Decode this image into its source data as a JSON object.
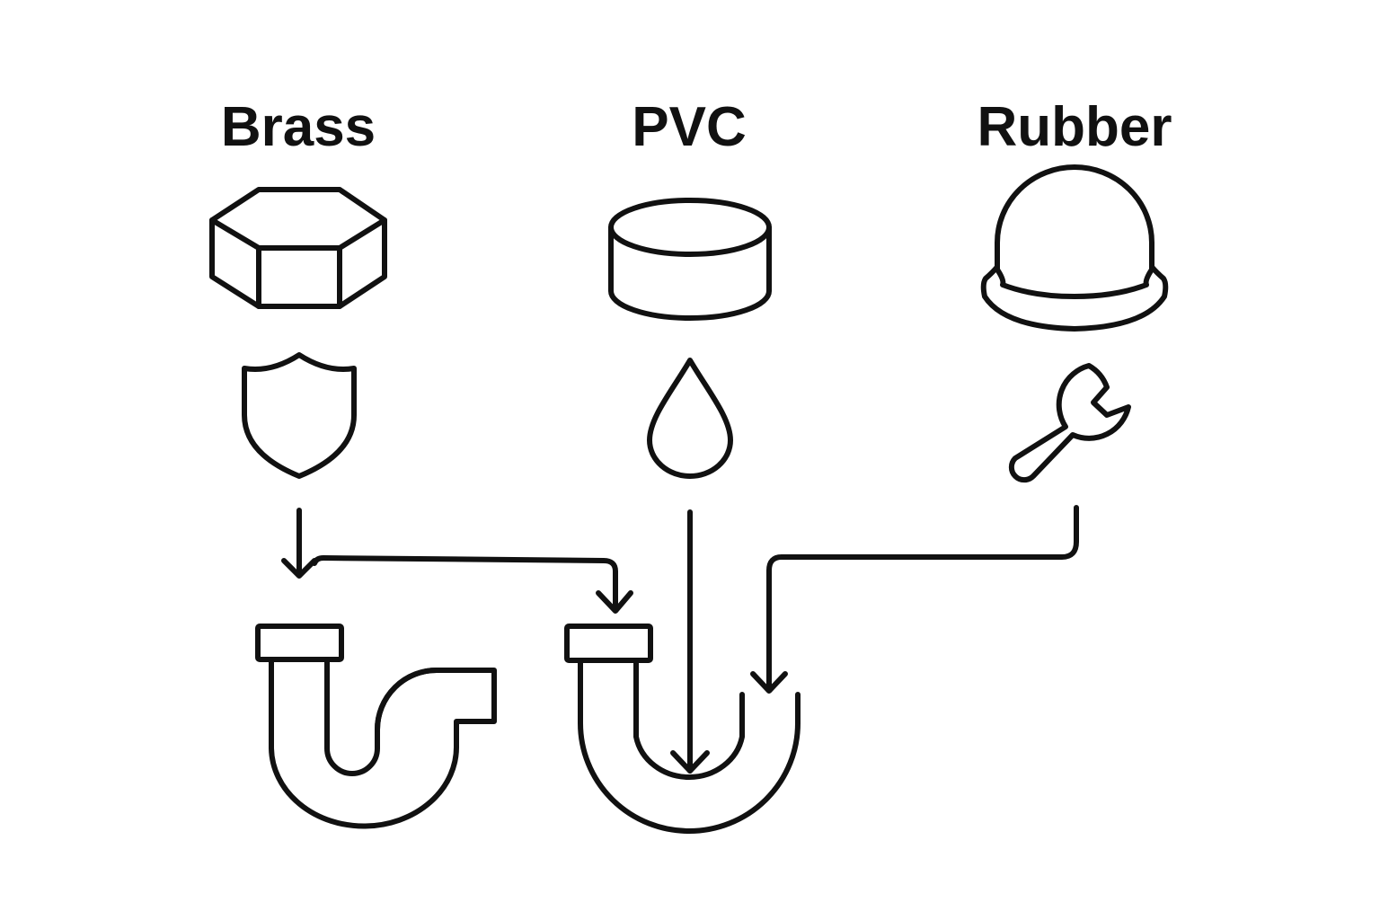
{
  "materials": [
    {
      "label": "Brass",
      "object_icon": "hex-nut-icon",
      "property_icon": "shield-icon",
      "target": "p-trap"
    },
    {
      "label": "PVC",
      "object_icon": "cylinder-cap-icon",
      "property_icon": "water-drop-icon",
      "target": "u-trap"
    },
    {
      "label": "Rubber",
      "object_icon": "dome-stopper-icon",
      "property_icon": "wrench-icon",
      "target": "u-trap"
    }
  ],
  "fixtures": [
    {
      "icon": "p-trap-pipe-icon"
    },
    {
      "icon": "u-trap-pipe-icon"
    }
  ],
  "colors": {
    "stroke": "#111111",
    "background": "#ffffff"
  }
}
